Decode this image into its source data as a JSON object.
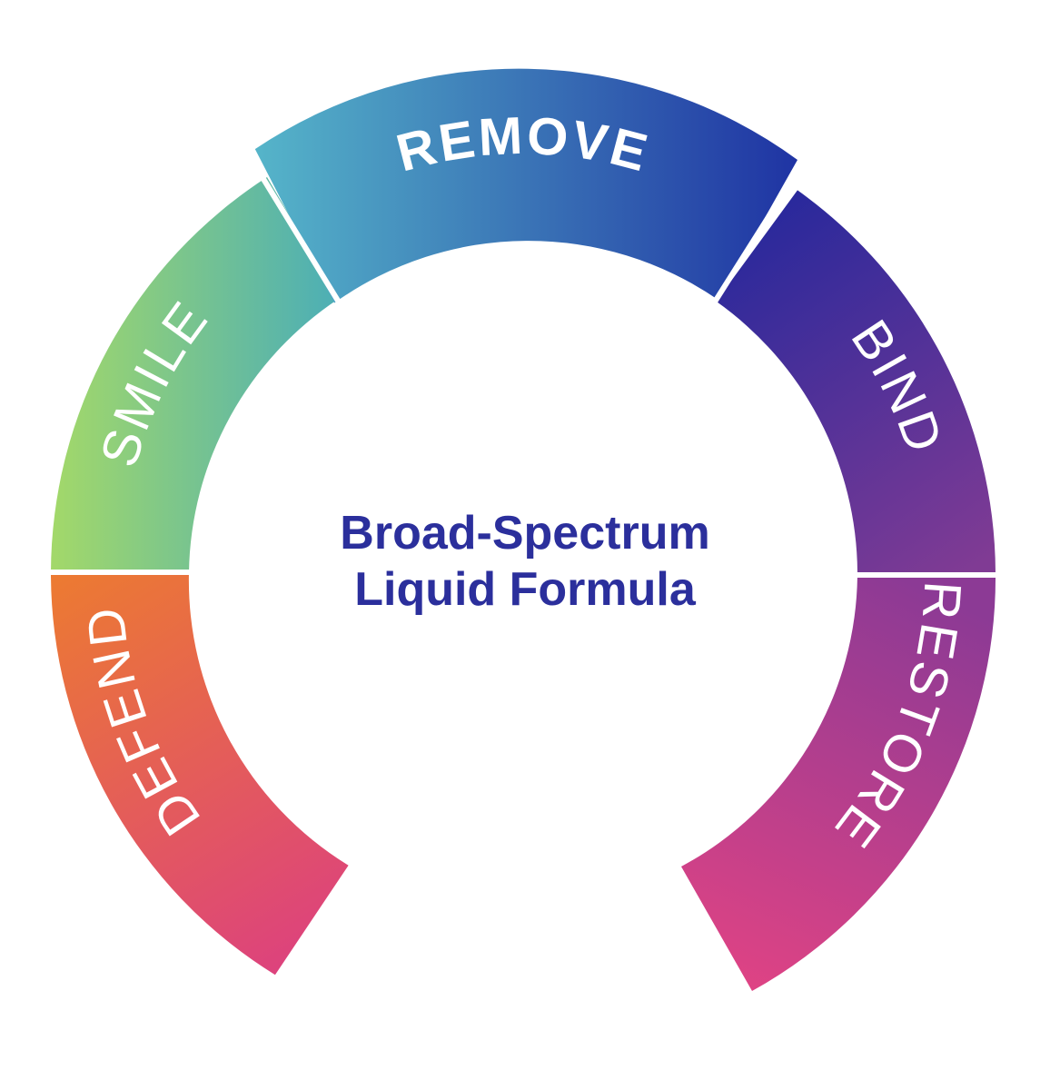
{
  "center": {
    "line1": "Broad-Spectrum",
    "line2": "Liquid Formula"
  },
  "segments": [
    {
      "id": "defend",
      "label": "DEFEND",
      "colors": [
        "#ec7a32",
        "#dc4080"
      ]
    },
    {
      "id": "smile",
      "label": "SMILE",
      "colors": [
        "#a2d86a",
        "#4fb0b3"
      ]
    },
    {
      "id": "remove",
      "label": "REMOVE",
      "colors": [
        "#55b4c9",
        "#1f33a3"
      ]
    },
    {
      "id": "bind",
      "label": "BIND",
      "colors": [
        "#26289c",
        "#803b94"
      ]
    },
    {
      "id": "restore",
      "label": "RESTORE",
      "colors": [
        "#8c3a95",
        "#df4384"
      ]
    }
  ],
  "colors": {
    "center_text": "#2b2f9c",
    "background": "#ffffff"
  }
}
